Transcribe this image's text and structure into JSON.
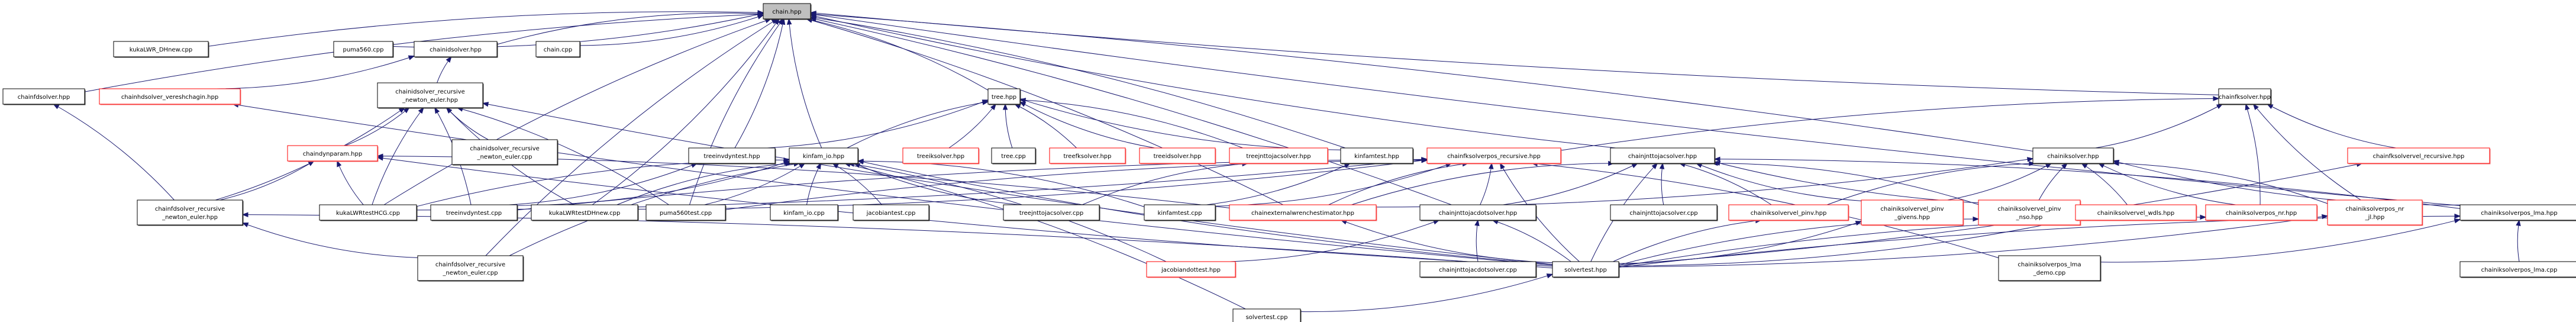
{
  "graph": {
    "type": "include-dependency-graph",
    "root": "chain.hpp",
    "colors": {
      "edge": "#191970",
      "root_fill": "#bfbfbf",
      "node_border": "#000000",
      "undocumented_border": "#ff0000",
      "node_fill": "#ffffff"
    },
    "nodes": [
      {
        "id": "chain_hpp",
        "label": [
          "chain.hpp"
        ],
        "style": "root"
      },
      {
        "id": "kukaLWR_DHnew_cpp",
        "label": [
          "kukaLWR_DHnew.cpp"
        ],
        "style": "normal"
      },
      {
        "id": "puma560_cpp",
        "label": [
          "puma560.cpp"
        ],
        "style": "normal"
      },
      {
        "id": "chainidsolver_hpp",
        "label": [
          "chainidsolver.hpp"
        ],
        "style": "normal"
      },
      {
        "id": "chain_cpp",
        "label": [
          "chain.cpp"
        ],
        "style": "normal"
      },
      {
        "id": "chainfdsolver_hpp",
        "label": [
          "chainfdsolver.hpp"
        ],
        "style": "normal"
      },
      {
        "id": "chainhdsolver_vereshchagin_hpp",
        "label": [
          "chainhdsolver_vereshchagin.hpp"
        ],
        "style": "red"
      },
      {
        "id": "chainidsolver_rne_hpp",
        "label": [
          "chainidsolver_recursive",
          "_newton_euler.hpp"
        ],
        "style": "normal"
      },
      {
        "id": "tree_hpp",
        "label": [
          "tree.hpp"
        ],
        "style": "normal"
      },
      {
        "id": "chainfksolver_hpp",
        "label": [
          "chainfksolver.hpp"
        ],
        "style": "normal"
      },
      {
        "id": "chaindynparam_hpp",
        "label": [
          "chaindynparam.hpp"
        ],
        "style": "red"
      },
      {
        "id": "chainidsolver_rne_cpp",
        "label": [
          "chainidsolver_recursive",
          "_newton_euler.cpp"
        ],
        "style": "normal"
      },
      {
        "id": "treeinvdyntest_hpp",
        "label": [
          "treeinvdyntest.hpp"
        ],
        "style": "normal"
      },
      {
        "id": "kinfam_io_hpp",
        "label": [
          "kinfam_io.hpp"
        ],
        "style": "normal"
      },
      {
        "id": "treeiksolver_hpp",
        "label": [
          "treeiksolver.hpp"
        ],
        "style": "red"
      },
      {
        "id": "tree_cpp",
        "label": [
          "tree.cpp"
        ],
        "style": "normal"
      },
      {
        "id": "treefksolver_hpp",
        "label": [
          "treefksolver.hpp"
        ],
        "style": "red"
      },
      {
        "id": "treeidsolver_hpp",
        "label": [
          "treeidsolver.hpp"
        ],
        "style": "red"
      },
      {
        "id": "treejnttojacsolver_hpp",
        "label": [
          "treejnttojacsolver.hpp"
        ],
        "style": "red"
      },
      {
        "id": "kinfamtest_hpp",
        "label": [
          "kinfamtest.hpp"
        ],
        "style": "normal"
      },
      {
        "id": "chainfksolverpos_recursive_hpp",
        "label": [
          "chainfksolverpos_recursive.hpp"
        ],
        "style": "red"
      },
      {
        "id": "chainjnttojacsolver_hpp",
        "label": [
          "chainjnttojacsolver.hpp"
        ],
        "style": "normal"
      },
      {
        "id": "chainiksolver_hpp",
        "label": [
          "chainiksolver.hpp"
        ],
        "style": "normal"
      },
      {
        "id": "chainfksolvervel_recursive_hpp",
        "label": [
          "chainfksolvervel_recursive.hpp"
        ],
        "style": "red"
      },
      {
        "id": "chainfdsolver_rne_hpp",
        "label": [
          "chainfdsolver_recursive",
          "_newton_euler.hpp"
        ],
        "style": "normal"
      },
      {
        "id": "kukaLWRtestHCG_cpp",
        "label": [
          "kukaLWRtestHCG.cpp"
        ],
        "style": "normal"
      },
      {
        "id": "treeinvdyntest_cpp",
        "label": [
          "treeinvdyntest.cpp"
        ],
        "style": "normal"
      },
      {
        "id": "kukaLWRtestDHnew_cpp",
        "label": [
          "kukaLWRtestDHnew.cpp"
        ],
        "style": "normal"
      },
      {
        "id": "puma560test_cpp",
        "label": [
          "puma560test.cpp"
        ],
        "style": "normal"
      },
      {
        "id": "kinfam_io_cpp",
        "label": [
          "kinfam_io.cpp"
        ],
        "style": "normal"
      },
      {
        "id": "jacobiantest_cpp",
        "label": [
          "jacobiantest.cpp"
        ],
        "style": "normal"
      },
      {
        "id": "treejnttojacsolver_cpp",
        "label": [
          "treejnttojacsolver.cpp"
        ],
        "style": "normal"
      },
      {
        "id": "kinfamtest_cpp",
        "label": [
          "kinfamtest.cpp"
        ],
        "style": "normal"
      },
      {
        "id": "chainexternalwrenchestimator_hpp",
        "label": [
          "chainexternalwrenchestimator.hpp"
        ],
        "style": "red"
      },
      {
        "id": "chainjnttojacdotsolver_hpp",
        "label": [
          "chainjnttojacdotsolver.hpp"
        ],
        "style": "normal"
      },
      {
        "id": "chainjnttojacsolver_cpp",
        "label": [
          "chainjnttojacsolver.cpp"
        ],
        "style": "normal"
      },
      {
        "id": "chainiksolvervel_pinv_hpp",
        "label": [
          "chainiksolvervel_pinv.hpp"
        ],
        "style": "red"
      },
      {
        "id": "chainiksolvervel_pinv_givens_hpp",
        "label": [
          "chainiksolvervel_pinv",
          "_givens.hpp"
        ],
        "style": "red"
      },
      {
        "id": "chainiksolvervel_pinv_nso_hpp",
        "label": [
          "chainiksolvervel_pinv",
          "_nso.hpp"
        ],
        "style": "red"
      },
      {
        "id": "chainiksolvervel_wdls_hpp",
        "label": [
          "chainiksolvervel_wdls.hpp"
        ],
        "style": "red"
      },
      {
        "id": "chainiksolverpos_nr_hpp",
        "label": [
          "chainiksolverpos_nr.hpp"
        ],
        "style": "red"
      },
      {
        "id": "chainiksolverpos_nr_jl_hpp",
        "label": [
          "chainiksolverpos_nr",
          "_jl.hpp"
        ],
        "style": "red"
      },
      {
        "id": "chainiksolverpos_lma_hpp",
        "label": [
          "chainiksolverpos_lma.hpp"
        ],
        "style": "normal"
      },
      {
        "id": "chainfdsolver_rne_cpp",
        "label": [
          "chainfdsolver_recursive",
          "_newton_euler.cpp"
        ],
        "style": "normal"
      },
      {
        "id": "jacobiandottest_hpp",
        "label": [
          "jacobiandottest.hpp"
        ],
        "style": "red"
      },
      {
        "id": "chainjnttojacdotsolver_cpp",
        "label": [
          "chainjnttojacdotsolver.cpp"
        ],
        "style": "normal"
      },
      {
        "id": "solvertest_hpp",
        "label": [
          "solvertest.hpp"
        ],
        "style": "normal"
      },
      {
        "id": "chainiksolverpos_lma_demo_cpp",
        "label": [
          "chainiksolverpos_lma",
          "_demo.cpp"
        ],
        "style": "normal"
      },
      {
        "id": "chainiksolverpos_lma_cpp",
        "label": [
          "chainiksolverpos_lma.cpp"
        ],
        "style": "normal"
      },
      {
        "id": "solvertest_cpp",
        "label": [
          "solvertest.cpp"
        ],
        "style": "normal"
      }
    ],
    "edges": [
      [
        "kukaLWR_DHnew_cpp",
        "chain_hpp"
      ],
      [
        "puma560_cpp",
        "chain_hpp"
      ],
      [
        "chainidsolver_hpp",
        "chain_hpp"
      ],
      [
        "chain_cpp",
        "chain_hpp"
      ],
      [
        "chainfdsolver_hpp",
        "chain_hpp"
      ],
      [
        "tree_hpp",
        "chain_hpp"
      ],
      [
        "chainfksolver_hpp",
        "chain_hpp"
      ],
      [
        "treeinvdyntest_hpp",
        "chain_hpp"
      ],
      [
        "kinfam_io_hpp",
        "chain_hpp"
      ],
      [
        "kinfamtest_hpp",
        "chain_hpp"
      ],
      [
        "chainjnttojacsolver_hpp",
        "chain_hpp"
      ],
      [
        "chainiksolver_hpp",
        "chain_hpp"
      ],
      [
        "chainiksolverpos_lma_hpp",
        "chain_hpp"
      ],
      [
        "chainjnttojacdotsolver_hpp",
        "chain_hpp"
      ],
      [
        "kukaLWRtestHCG_cpp",
        "chain_hpp"
      ],
      [
        "kukaLWRtestDHnew_cpp",
        "chain_hpp"
      ],
      [
        "puma560test_cpp",
        "chain_hpp"
      ],
      [
        "chainexternalwrenchestimator_hpp",
        "chain_hpp"
      ],
      [
        "chainfdsolver_rne_cpp",
        "chain_hpp"
      ],
      [
        "chainhdsolver_vereshchagin_hpp",
        "chainidsolver_hpp"
      ],
      [
        "chainidsolver_rne_hpp",
        "chainidsolver_hpp"
      ],
      [
        "chainfdsolver_rne_hpp",
        "chainfdsolver_hpp"
      ],
      [
        "solvertest_hpp",
        "chainhdsolver_vereshchagin_hpp"
      ],
      [
        "chaindynparam_hpp",
        "chainidsolver_rne_hpp"
      ],
      [
        "chainidsolver_rne_cpp",
        "chainidsolver_rne_hpp"
      ],
      [
        "chainfdsolver_rne_hpp",
        "chainidsolver_rne_hpp"
      ],
      [
        "kukaLWRtestHCG_cpp",
        "chainidsolver_rne_hpp"
      ],
      [
        "treeinvdyntest_cpp",
        "chainidsolver_rne_hpp"
      ],
      [
        "kukaLWRtestDHnew_cpp",
        "chainidsolver_rne_hpp"
      ],
      [
        "puma560test_cpp",
        "chainidsolver_rne_hpp"
      ],
      [
        "solvertest_hpp",
        "chainidsolver_rne_hpp"
      ],
      [
        "chainfdsolver_rne_hpp",
        "chaindynparam_hpp"
      ],
      [
        "kukaLWRtestHCG_cpp",
        "chaindynparam_hpp"
      ],
      [
        "chainexternalwrenchestimator_hpp",
        "chaindynparam_hpp"
      ],
      [
        "solvertest_hpp",
        "chaindynparam_hpp"
      ],
      [
        "treeinvdyntest_hpp",
        "tree_hpp"
      ],
      [
        "kinfam_io_hpp",
        "tree_hpp"
      ],
      [
        "treeiksolver_hpp",
        "tree_hpp"
      ],
      [
        "tree_cpp",
        "tree_hpp"
      ],
      [
        "treefksolver_hpp",
        "tree_hpp"
      ],
      [
        "treeidsolver_hpp",
        "tree_hpp"
      ],
      [
        "treejnttojacsolver_hpp",
        "tree_hpp"
      ],
      [
        "kinfamtest_hpp",
        "tree_hpp"
      ],
      [
        "treeinvdyntest_cpp",
        "treeinvdyntest_hpp"
      ],
      [
        "kukaLWRtestHCG_cpp",
        "kinfam_io_hpp"
      ],
      [
        "treeinvdyntest_cpp",
        "kinfam_io_hpp"
      ],
      [
        "kukaLWRtestDHnew_cpp",
        "kinfam_io_hpp"
      ],
      [
        "puma560test_cpp",
        "kinfam_io_hpp"
      ],
      [
        "kinfam_io_cpp",
        "kinfam_io_hpp"
      ],
      [
        "jacobiantest_cpp",
        "kinfam_io_hpp"
      ],
      [
        "treejnttojacsolver_cpp",
        "kinfam_io_hpp"
      ],
      [
        "kinfamtest_cpp",
        "kinfam_io_hpp"
      ],
      [
        "chainfdsolver_rne_cpp",
        "kinfam_io_hpp"
      ],
      [
        "jacobiandottest_hpp",
        "kinfam_io_hpp"
      ],
      [
        "solvertest_hpp",
        "kinfam_io_hpp"
      ],
      [
        "solvertest_cpp",
        "kinfam_io_hpp"
      ],
      [
        "treejnttojacsolver_cpp",
        "treejnttojacsolver_hpp"
      ],
      [
        "kinfamtest_cpp",
        "kinfamtest_hpp"
      ],
      [
        "chainfksolverpos_recursive_hpp",
        "chainfksolver_hpp"
      ],
      [
        "chainiksolver_hpp",
        "chainfksolver_hpp"
      ],
      [
        "chainfksolvervel_recursive_hpp",
        "chainfksolver_hpp"
      ],
      [
        "chainiksolverpos_nr_hpp",
        "chainfksolver_hpp"
      ],
      [
        "chainiksolverpos_nr_jl_hpp",
        "chainfksolver_hpp"
      ],
      [
        "kukaLWRtestHCG_cpp",
        "chainfksolverpos_recursive_hpp"
      ],
      [
        "treeinvdyntest_cpp",
        "chainfksolverpos_recursive_hpp"
      ],
      [
        "kukaLWRtestDHnew_cpp",
        "chainfksolverpos_recursive_hpp"
      ],
      [
        "puma560test_cpp",
        "chainfksolverpos_recursive_hpp"
      ],
      [
        "kinfamtest_cpp",
        "chainfksolverpos_recursive_hpp"
      ],
      [
        "chainexternalwrenchestimator_hpp",
        "chainfksolverpos_recursive_hpp"
      ],
      [
        "chainjnttojacdotsolver_hpp",
        "chainfksolverpos_recursive_hpp"
      ],
      [
        "solvertest_hpp",
        "chainfksolverpos_recursive_hpp"
      ],
      [
        "chainiksolverpos_lma_demo_cpp",
        "chainfksolverpos_recursive_hpp"
      ],
      [
        "chainexternalwrenchestimator_hpp",
        "chainjnttojacsolver_hpp"
      ],
      [
        "chainjnttojacdotsolver_hpp",
        "chainjnttojacsolver_hpp"
      ],
      [
        "chainjnttojacsolver_cpp",
        "chainjnttojacsolver_hpp"
      ],
      [
        "chainiksolvervel_pinv_hpp",
        "chainjnttojacsolver_hpp"
      ],
      [
        "chainiksolvervel_pinv_givens_hpp",
        "chainjnttojacsolver_hpp"
      ],
      [
        "chainiksolvervel_pinv_nso_hpp",
        "chainjnttojacsolver_hpp"
      ],
      [
        "chainiksolvervel_wdls_hpp",
        "chainjnttojacsolver_hpp"
      ],
      [
        "chainiksolverpos_lma_hpp",
        "chainjnttojacsolver_hpp"
      ],
      [
        "solvertest_hpp",
        "chainjnttojacsolver_hpp"
      ],
      [
        "chainexternalwrenchestimator_hpp",
        "chainiksolver_hpp"
      ],
      [
        "chainiksolvervel_pinv_hpp",
        "chainiksolver_hpp"
      ],
      [
        "chainiksolvervel_pinv_givens_hpp",
        "chainiksolver_hpp"
      ],
      [
        "chainiksolvervel_pinv_nso_hpp",
        "chainiksolver_hpp"
      ],
      [
        "chainiksolvervel_wdls_hpp",
        "chainiksolver_hpp"
      ],
      [
        "chainiksolverpos_nr_hpp",
        "chainiksolver_hpp"
      ],
      [
        "chainiksolverpos_nr_jl_hpp",
        "chainiksolver_hpp"
      ],
      [
        "chainiksolverpos_lma_hpp",
        "chainiksolver_hpp"
      ],
      [
        "solvertest_hpp",
        "chainfksolvervel_recursive_hpp"
      ],
      [
        "chainfdsolver_rne_cpp",
        "chainfdsolver_rne_hpp"
      ],
      [
        "solvertest_hpp",
        "chainfdsolver_rne_hpp"
      ],
      [
        "solvertest_hpp",
        "chainexternalwrenchestimator_hpp"
      ],
      [
        "jacobiandottest_hpp",
        "chainjnttojacdotsolver_hpp"
      ],
      [
        "chainjnttojacdotsolver_cpp",
        "chainjnttojacdotsolver_hpp"
      ],
      [
        "solvertest_hpp",
        "chainjnttojacdotsolver_hpp"
      ],
      [
        "solvertest_hpp",
        "chainiksolvervel_pinv_hpp"
      ],
      [
        "solvertest_hpp",
        "chainiksolvervel_pinv_givens_hpp"
      ],
      [
        "solvertest_hpp",
        "chainiksolvervel_pinv_nso_hpp"
      ],
      [
        "solvertest_hpp",
        "chainiksolvervel_wdls_hpp"
      ],
      [
        "solvertest_hpp",
        "chainiksolverpos_nr_hpp"
      ],
      [
        "solvertest_hpp",
        "chainiksolverpos_nr_jl_hpp"
      ],
      [
        "solvertest_hpp",
        "chainiksolverpos_lma_hpp"
      ],
      [
        "chainiksolverpos_lma_demo_cpp",
        "chainiksolverpos_lma_hpp"
      ],
      [
        "chainiksolverpos_lma_cpp",
        "chainiksolverpos_lma_hpp"
      ],
      [
        "solvertest_cpp",
        "solvertest_hpp"
      ]
    ]
  }
}
